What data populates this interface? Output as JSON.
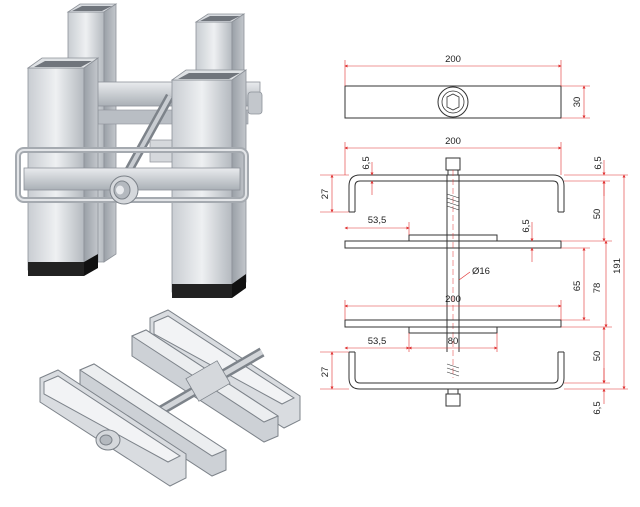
{
  "colors": {
    "dimension_line": "#e03030",
    "outline": "#333333",
    "metal_light": "#e4e6e9",
    "metal_mid": "#bfc3c8",
    "metal_dark": "#8d9299",
    "rubber": "#222222"
  },
  "icons": {
    "assembled_view": "clamp-assembled-illustration",
    "exploded_view": "clamp-exploded-illustration"
  },
  "top_view": {
    "width": "200",
    "height": "30"
  },
  "front_view": {
    "overall_width": "200",
    "top_gap": "6,5",
    "right_top_gap": "6,5",
    "bracket_height_top": "27",
    "offset_top": "53,5",
    "plate_thickness": "6,5",
    "upper_span": "50",
    "rod_diameter": "Ø16",
    "plate_gap": "65",
    "plate_spacing": "78",
    "overall_height": "191",
    "lower_plate_width": "200",
    "offset_bottom": "53,5",
    "hub_width": "80",
    "lower_span": "50",
    "bracket_height_bottom": "27",
    "bottom_gap": "6,5"
  }
}
